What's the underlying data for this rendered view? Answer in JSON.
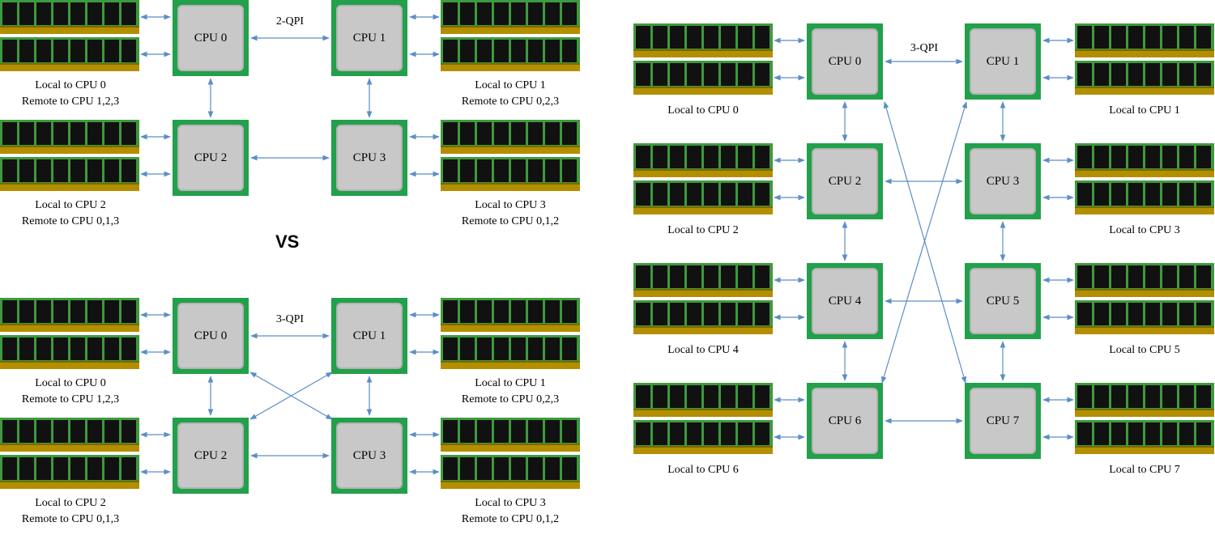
{
  "vs_label": "VS",
  "colors": {
    "cpu_green": "#22a04b",
    "cpu_die": "#c8c8c8",
    "arrow": "#5b8ec7",
    "dimm_gold": "#b38f00",
    "dimm_pcb": "#3d9a3d"
  },
  "diagrams": [
    {
      "id": "top-left",
      "link_label": "2-QPI",
      "cpus": [
        {
          "name": "CPU 0",
          "local": "Local to CPU 0",
          "remote": "Remote to CPU 1,2,3"
        },
        {
          "name": "CPU 1",
          "local": "Local to CPU 1",
          "remote": "Remote to CPU 0,2,3"
        },
        {
          "name": "CPU 2",
          "local": "Local to CPU 2",
          "remote": "Remote to CPU 0,1,3"
        },
        {
          "name": "CPU 3",
          "local": "Local to CPU 3",
          "remote": "Remote to CPU 0,1,2"
        }
      ]
    },
    {
      "id": "bottom-left",
      "link_label": "3-QPI",
      "cpus": [
        {
          "name": "CPU 0",
          "local": "Local to CPU 0",
          "remote": "Remote to CPU 1,2,3"
        },
        {
          "name": "CPU 1",
          "local": "Local to CPU 1",
          "remote": "Remote to CPU 0,2,3"
        },
        {
          "name": "CPU 2",
          "local": "Local to CPU 2",
          "remote": "Remote to CPU 0,1,3"
        },
        {
          "name": "CPU 3",
          "local": "Local to CPU 3",
          "remote": "Remote to CPU 0,1,2"
        }
      ]
    },
    {
      "id": "right",
      "link_label": "3-QPI",
      "cpus": [
        {
          "name": "CPU 0",
          "local": "Local to CPU 0"
        },
        {
          "name": "CPU 1",
          "local": "Local to CPU 1"
        },
        {
          "name": "CPU 2",
          "local": "Local to CPU 2"
        },
        {
          "name": "CPU 3",
          "local": "Local to CPU 3"
        },
        {
          "name": "CPU 4",
          "local": "Local to CPU 4"
        },
        {
          "name": "CPU 5",
          "local": "Local to CPU 5"
        },
        {
          "name": "CPU 6",
          "local": "Local to CPU 6"
        },
        {
          "name": "CPU 7",
          "local": "Local to CPU 7"
        }
      ]
    }
  ]
}
